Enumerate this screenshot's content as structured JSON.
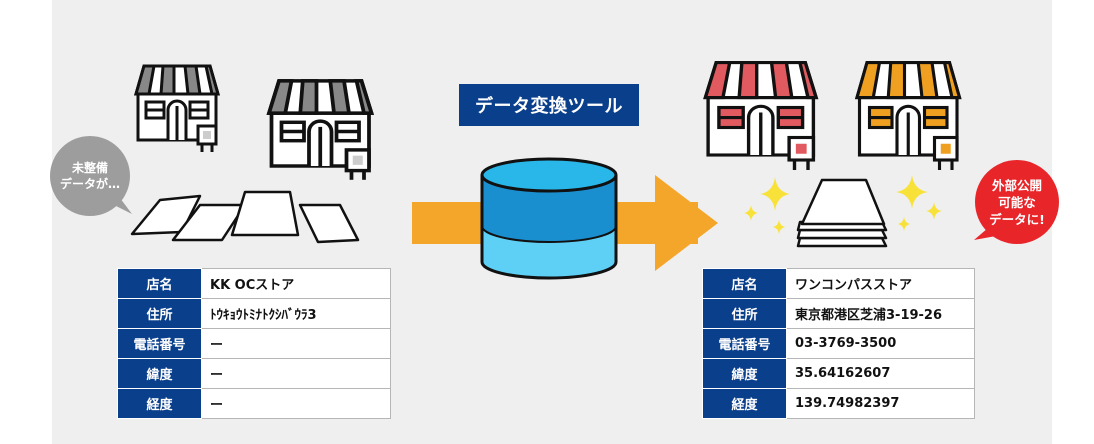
{
  "tool_label": "データ変換ツール",
  "left_bubble": "未整備\nデータが…",
  "right_bubble": "外部公開\n可能な\nデータに!",
  "left_table": [
    {
      "key": "店名",
      "value": "KK OCストア"
    },
    {
      "key": "住所",
      "value": "ﾄｳｷｮｳﾄﾐﾅﾄｸｼﾊﾞｳﾗ3"
    },
    {
      "key": "電話番号",
      "value": "ー"
    },
    {
      "key": "緯度",
      "value": "ー"
    },
    {
      "key": "経度",
      "value": "ー"
    }
  ],
  "right_table": [
    {
      "key": "店名",
      "value": "ワンコンパスストア"
    },
    {
      "key": "住所",
      "value": "東京都港区芝浦3-19-26"
    },
    {
      "key": "電話番号",
      "value": "03-3769-3500"
    },
    {
      "key": "緯度",
      "value": " 35.64162607"
    },
    {
      "key": "経度",
      "value": "139.74982397"
    }
  ],
  "colors": {
    "navy": "#0a3f8c",
    "gray_awning": "#888888",
    "red_awning": "#e05a5f",
    "orange_awning": "#f0a020",
    "arrow": "#f4a62a",
    "db_top": "#29b6e8",
    "db_mid": "#1a8fd0",
    "db_bottom": "#5fd0f5",
    "sparkle": "#f8e23a",
    "bubble_gray": "#9d9d9d",
    "bubble_red": "#e8262a"
  }
}
